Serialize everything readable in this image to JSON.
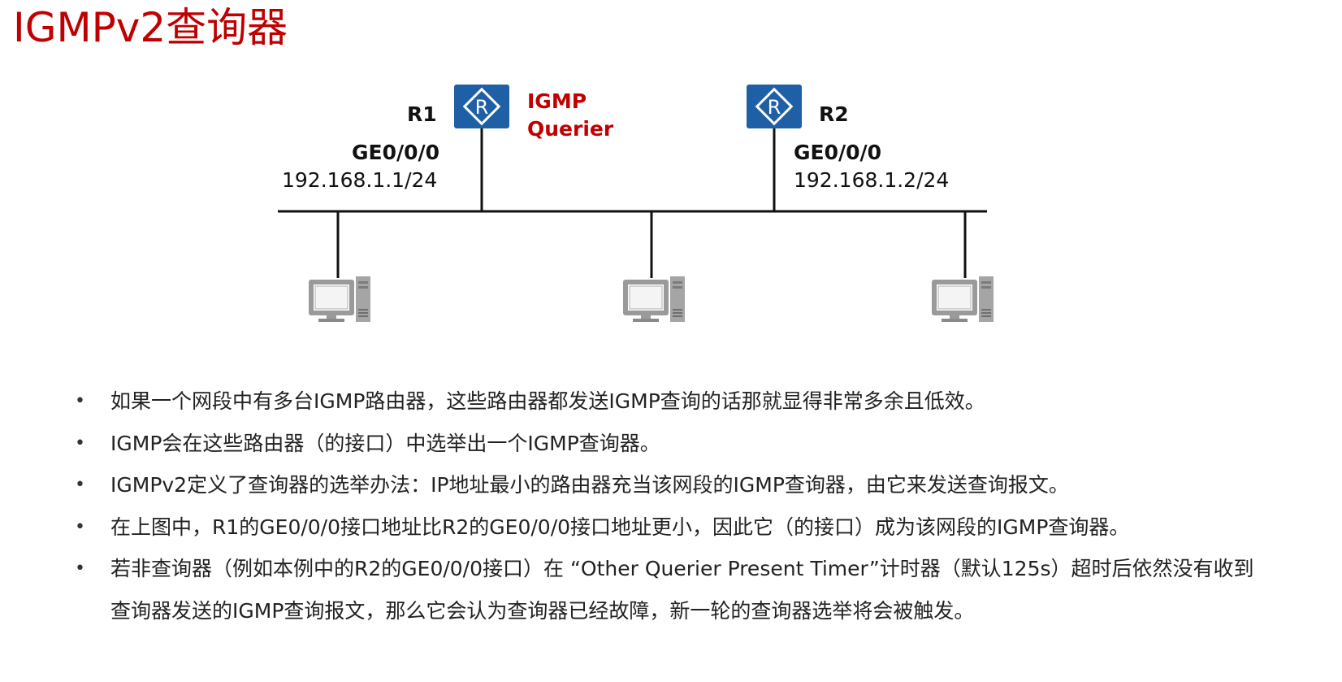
{
  "title": "IGMPv2查询器",
  "diagram": {
    "r1": {
      "name": "R1",
      "role_line1": "IGMP",
      "role_line2": "Querier",
      "interface": "GE0/0/0",
      "ip": "192.168.1.1/24",
      "icon": "router-icon"
    },
    "r2": {
      "name": "R2",
      "interface": "GE0/0/0",
      "ip": "192.168.1.2/24",
      "icon": "router-icon"
    },
    "hosts": [
      "pc-icon",
      "pc-icon",
      "pc-icon"
    ],
    "colors": {
      "router_fill": "#1f5fa6",
      "querier_text": "#c00000",
      "line": "#111111",
      "pc_gray": "#8c8c8c"
    }
  },
  "bullets": [
    "如果一个网段中有多台IGMP路由器，这些路由器都发送IGMP查询的话那就显得非常多余且低效。",
    "IGMP会在这些路由器（的接口）中选举出一个IGMP查询器。",
    "IGMPv2定义了查询器的选举办法：IP地址最小的路由器充当该网段的IGMP查询器，由它来发送查询报文。",
    "在上图中，R1的GE0/0/0接口地址比R2的GE0/0/0接口地址更小，因此它（的接口）成为该网段的IGMP查询器。",
    "若非查询器（例如本例中的R2的GE0/0/0接口）在 “Other Querier Present Timer”计时器（默认125s）超时后依然没有收到查询器发送的IGMP查询报文，那么它会认为查询器已经故障，新一轮的查询器选举将会被触发。"
  ],
  "bullet_symbol": "•"
}
